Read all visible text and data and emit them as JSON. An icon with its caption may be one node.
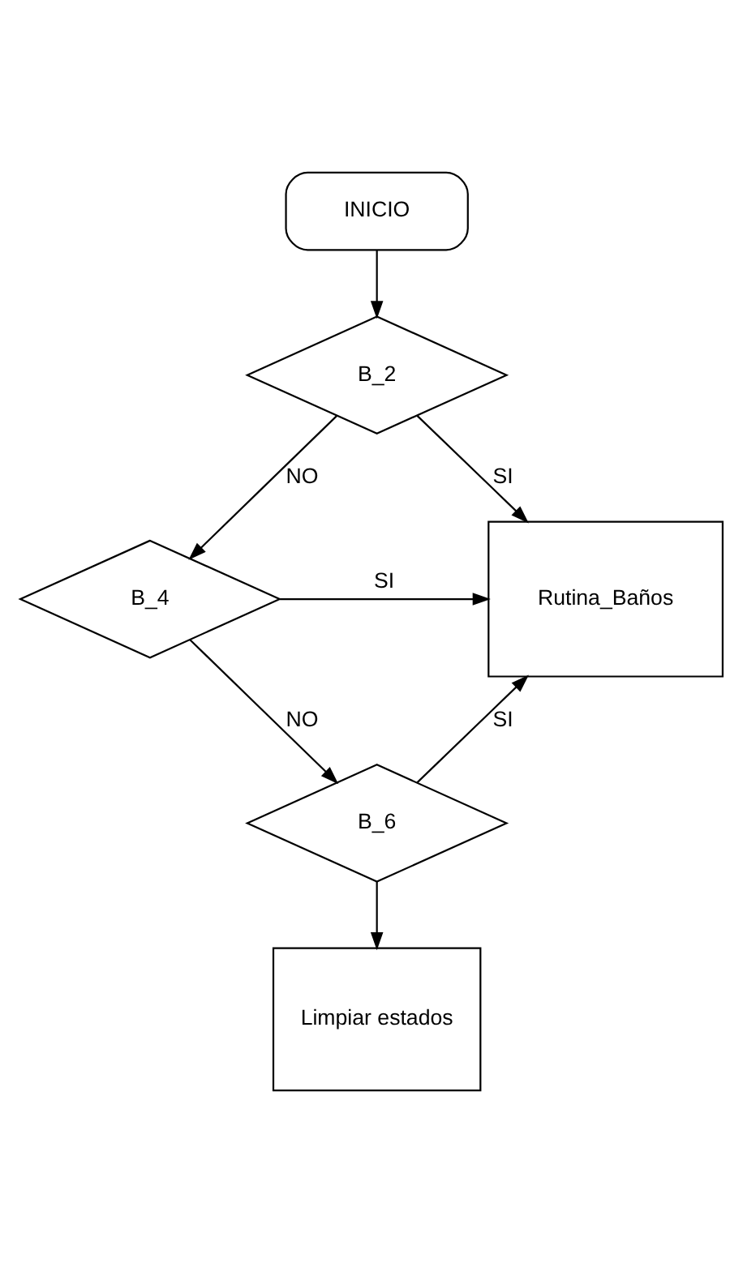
{
  "diagram": {
    "nodes": [
      {
        "text": [
          "INICIO"
        ]
      },
      {
        "text": [
          "B_2"
        ]
      },
      {
        "text": [
          "B_4"
        ]
      },
      {
        "text": [
          "B_6"
        ]
      },
      {
        "text": [
          "Rutina_Baños"
        ]
      },
      {
        "text": [
          "Limpiar estados"
        ]
      }
    ],
    "edges": [
      {
        "from": 0,
        "to": 1,
        "arrow": "to"
      },
      {
        "from": 1,
        "to": 4,
        "arrow": "to",
        "label": "SI"
      },
      {
        "from": 1,
        "to": 2,
        "arrow": "to",
        "label": "NO"
      },
      {
        "from": 2,
        "to": 4,
        "arrow": "to",
        "label": "SI"
      },
      {
        "from": 2,
        "to": 3,
        "arrow": "to",
        "label": "NO"
      },
      {
        "from": 3,
        "to": 4,
        "arrow": "to",
        "label": "SI"
      },
      {
        "from": 3,
        "to": 5,
        "arrow": "to"
      }
    ]
  }
}
